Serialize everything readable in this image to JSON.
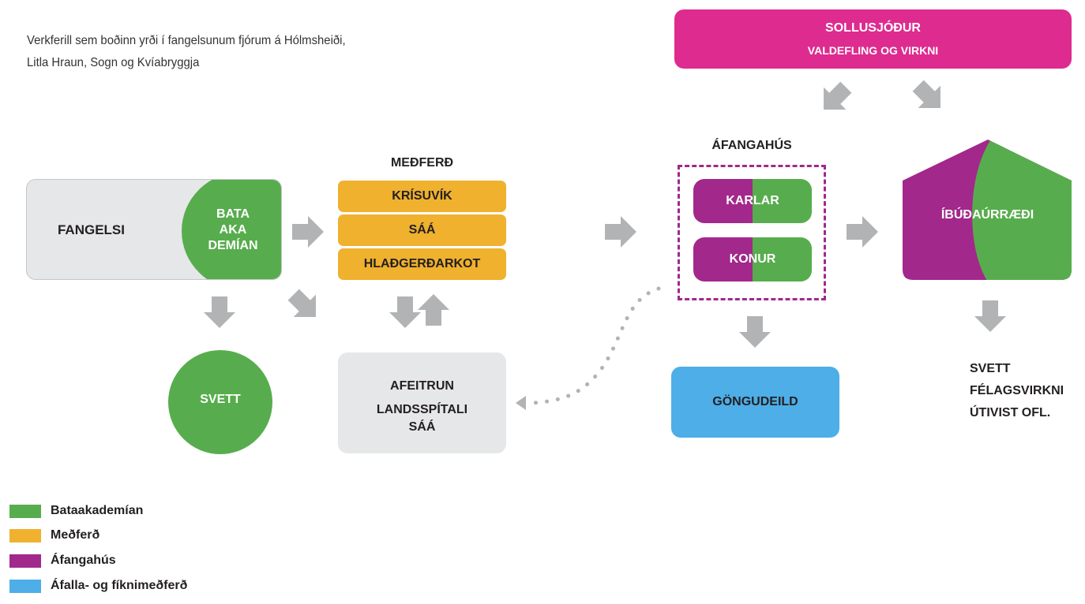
{
  "intro": {
    "line1": "Verkferill sem boðinn yrði í fangelsunum fjórum á Hólmsheiði,",
    "line2": "Litla Hraun, Sogn og Kvíabryggja"
  },
  "sollusjodur": {
    "title": "SOLLUSJÓÐUR",
    "subtitle": "VALDEFLING OG VIRKNI"
  },
  "fangelsi": {
    "label": "FANGELSI",
    "bata_lines": [
      "BATA",
      "AKA",
      "DEMÍAN"
    ]
  },
  "medferd": {
    "title": "MEÐFERÐ",
    "items": [
      "KRÍSUVÍK",
      "SÁÁ",
      "HLAÐGERÐARKOT"
    ]
  },
  "svett_circle": {
    "label": "SVETT"
  },
  "afeitrun": {
    "title": "AFEITRUN",
    "lines": [
      "LANDSSPÍTALI",
      "SÁÁ"
    ]
  },
  "afangahus": {
    "title": "ÁFANGAHÚS",
    "karlar": "KARLAR",
    "konur": "KONUR"
  },
  "gongudeild": {
    "label": "GÖNGUDEILD"
  },
  "ibudaurraedi": {
    "label": "ÍBÚÐAÚRRÆÐI"
  },
  "after_house": {
    "lines": [
      "SVETT",
      "FÉLAGSVIRKNI",
      "ÚTIVIST OFL."
    ]
  },
  "legend": [
    {
      "label": "Bataakademían",
      "color": "#57ad4d"
    },
    {
      "label": "Meðferð",
      "color": "#efb12e"
    },
    {
      "label": "Áfangahús",
      "color": "#a2288b"
    },
    {
      "label": "Áfalla- og fíknimeðferð",
      "color": "#4daee8"
    }
  ],
  "colors": {
    "green": "#57ad4d",
    "orange": "#efb12e",
    "purple": "#a2288b",
    "blue": "#4daee8",
    "magenta": "#de2b8f",
    "arrow": "#b1b3b5"
  }
}
